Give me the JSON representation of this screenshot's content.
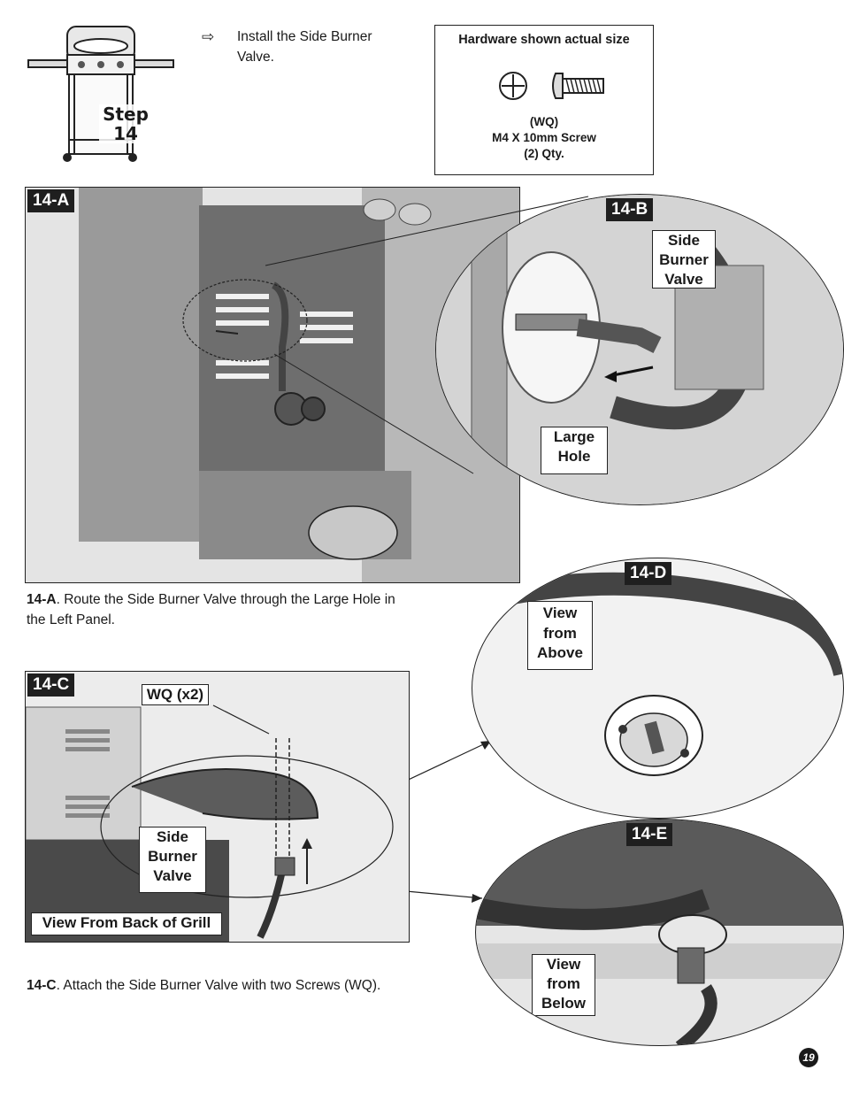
{
  "step": {
    "label": "Step 14",
    "instruction": "Install the Side Burner Valve."
  },
  "hardware": {
    "title": "Hardware shown actual size",
    "code": "(WQ)",
    "name": "M4 X 10mm Screw",
    "qty": "(2) Qty."
  },
  "figures": {
    "a": {
      "tag": "14-A"
    },
    "b": {
      "tag": "14-B",
      "callout_valve": "Side Burner Valve",
      "callout_hole": "Large Hole"
    },
    "c": {
      "tag": "14-C",
      "callout_wq": "WQ (x2)",
      "callout_valve": "Side Burner Valve",
      "callout_view": "View From Back of Grill"
    },
    "d": {
      "tag": "14-D",
      "callout_view": "View from Above"
    },
    "e": {
      "tag": "14-E",
      "callout_view": "View from Below"
    }
  },
  "captions": {
    "a_ref": "14-A",
    "a_text": ". Route the Side Burner Valve through the Large Hole in the Left Panel.",
    "c_ref": "14-C",
    "c_text": ". Attach the Side Burner Valve with two Screws (WQ)."
  },
  "page_number": "19"
}
